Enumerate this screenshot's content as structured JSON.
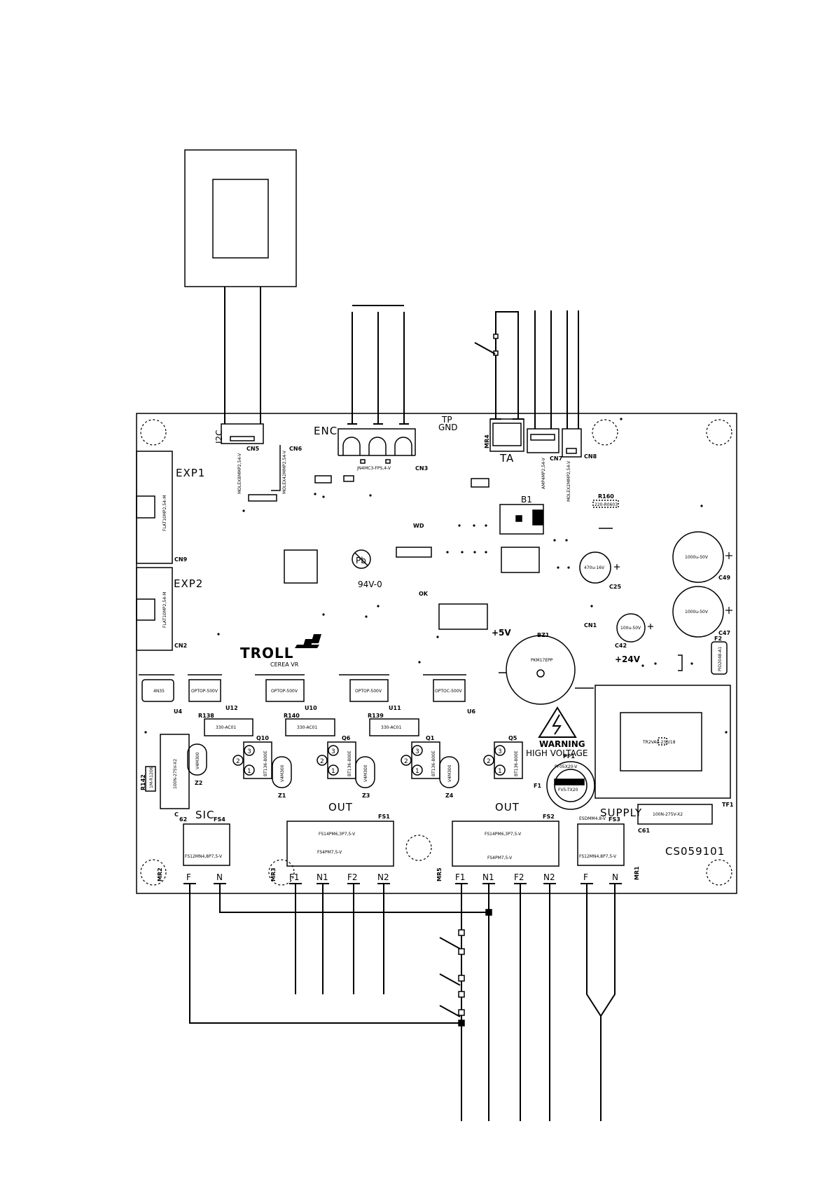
{
  "board": {
    "brand": "TROLL",
    "model": "CEREA VR",
    "code": "CS059101",
    "rohs_mark": "Pb",
    "flame_rating": "94V-0"
  },
  "connectors": {
    "i2c": "I2C",
    "enc": "ENC",
    "exp1": "EXP1",
    "exp2": "EXP2",
    "ta": "TA",
    "tp": "TP",
    "gnd": "GND",
    "sic": "SIC",
    "supply": "SUPPLY",
    "out_left": "OUT",
    "out_right": "OUT"
  },
  "indicators": {
    "wd": "WD",
    "ok": "OK",
    "v5": "+5V",
    "v24": "+24V"
  },
  "warning": {
    "line1": "WARNING",
    "line2": "HIGH VOLTAGE"
  },
  "refdes": {
    "cn5": "CN5",
    "cn6": "CN6",
    "cn3": "CN3",
    "cn7": "CN7",
    "cn8": "CN8",
    "cn9": "CN9",
    "cn2": "CN2",
    "cn1": "CN1",
    "mr4": "MR4",
    "b1": "B1",
    "r160": "R160",
    "c49": "C49",
    "c47": "C47",
    "c25": "C25",
    "c42": "C42",
    "f2": "F2",
    "bz1": "BZ1",
    "u4": "U4",
    "u12": "U12",
    "u10": "U10",
    "u11": "U11",
    "u6": "U6",
    "r138": "R138",
    "r140": "R140",
    "r139": "R139",
    "q10": "Q10",
    "q6": "Q6",
    "q1": "Q1",
    "q5": "Q5",
    "z2": "Z2",
    "z1": "Z1",
    "z3": "Z3",
    "z4": "Z4",
    "pf1": "PF1",
    "f1": "F1",
    "tf1": "TF1",
    "r142": "R142",
    "c": "C",
    "c62": "62",
    "c61": "C61",
    "fs4": "FS4",
    "fs1": "FS1",
    "fs2": "FS2",
    "fs3": "FS3",
    "mr2": "MR2",
    "mr3": "MR3",
    "mr5": "MR5",
    "mr1": "MR1"
  },
  "terminals": {
    "sic_f": "F",
    "sic_n": "N",
    "out1_f1": "F1",
    "out1_n1": "N1",
    "out1_f2": "F2",
    "out1_n2": "N2",
    "out2_f1": "F1",
    "out2_n1": "N1",
    "out2_f2": "F2",
    "out2_n2": "N2",
    "sup_f": "F",
    "sup_n": "N"
  },
  "pin_numbers": {
    "two": "2",
    "three": "3",
    "one": "1"
  },
  "component_values": {
    "cn5_part": "MOLEX8MMP2,54-V",
    "cn6_part": "MOLEX42MMP2,54-V",
    "cn3_part": "JN4MC3-FPS,4-V",
    "cn7_part": "AMP4MP2,54-V",
    "cn8_part": "MOLEX2MMP2,54-V",
    "cn9_part": "FLAT10MP2,54-M",
    "cn2_part": "FLAT10MP2,54-M",
    "r160_val": "220-R0603",
    "c49_val": "1000u-50V",
    "c47_val": "1000u-50V",
    "c25_val": "470u-16V",
    "c42_val": "100u-50V",
    "f2_val": "PIO2048-A1",
    "bz1_val": "PKM17EPP",
    "u4_part": "4N35",
    "u12_part": "OPTOP-500V",
    "u10_part": "OPTOP-500V",
    "u11_part": "OPTOP-500V",
    "u6_part": "OPTOC-500V",
    "r138_val": "330-AC01",
    "r140_val": "330-AC01",
    "r139_val": "330-AC01",
    "q_part": "BT136-800E",
    "z_val": "V4M300",
    "pf1_val": "PF05X20-V",
    "f1_val": "FV5-TX20",
    "tf1_val": "TR2VA0-230/18",
    "c62_val": "100N-275V-X2",
    "c61_val": "100N-275V-X2",
    "r142_val": "1M-R1206",
    "fs4_a": "FS12MN4,8P7,5-V",
    "fs1_a": "FS14PM6,3P7,5-V",
    "fs1_b": "FS4PM7,5-V",
    "fs2_a": "FS14PM6,3P7,5-V",
    "fs2_b": "FS4PM7,5-V",
    "fs3_top": "ESDMM4.8-V",
    "fs3_a": "FS12MN4,8P7,5-V"
  }
}
